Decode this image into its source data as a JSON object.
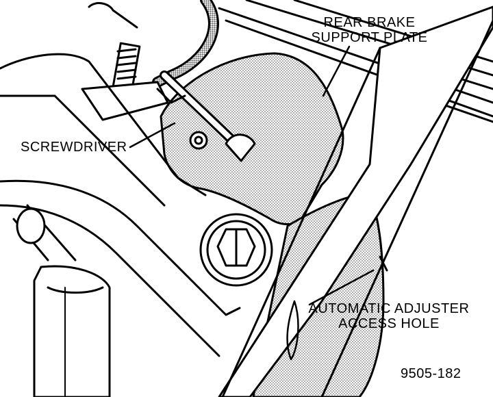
{
  "labels": {
    "support_plate_line1": "REAR BRAKE",
    "support_plate_line2": "SUPPORT PLATE",
    "screwdriver": "SCREWDRIVER",
    "adjuster_line1": "AUTOMATIC ADJUSTER",
    "adjuster_line2": "ACCESS HOLE",
    "figure_number": "9505-182"
  },
  "colors": {
    "ink": "#000000",
    "paper": "#ffffff",
    "stipple": "#9a9a9a"
  }
}
